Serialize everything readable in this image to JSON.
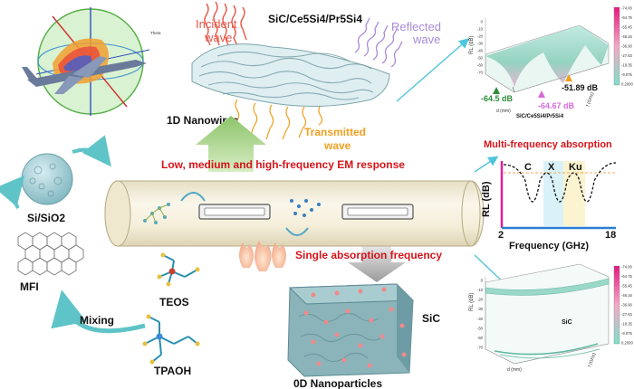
{
  "labels": {
    "incident_wave": [
      "Incident",
      "wave"
    ],
    "material": "SiC/Ce5Si4/Pr5Si4",
    "reflected_wave": [
      "Reflected",
      "wave"
    ],
    "transmitted_wave": [
      "Transmitted",
      "wave"
    ],
    "nanowires": "1D Nanowires",
    "em_response": "Low, medium and high-frequency EM response",
    "single_absorption": "Single absorption frequency",
    "si_sio2": "Si/SiO2",
    "mfi": "MFI",
    "mixing": "Mixing",
    "teos": "TEOS",
    "tpaoh": "TPAOH",
    "sic": "SiC",
    "nanoparticles": "0D Nanoparticles",
    "multi_freq": "Multi-frequency absorption",
    "radar_theta": "Theta"
  },
  "top_plot": {
    "material": "SiC/Ce5Si4/Pr5Si4",
    "ylabel": "RL (dB)",
    "xlabel_left": "d (mm)",
    "xlabel_right": "f (GHz)",
    "peaks": [
      {
        "label": "-64.5 dB",
        "color": "#2e8b3a"
      },
      {
        "label": "-64.67 dB",
        "color": "#d86ad8"
      },
      {
        "label": "-51.89 dB",
        "color": "#f0a020"
      }
    ],
    "colorbar_ticks": [
      "-74.00",
      "-64.75",
      "-55.45",
      "-46.16",
      "-36.90",
      "-27.63",
      "-18.35",
      "-9.075",
      "0.2000"
    ],
    "yaxis_ticks": [
      "0",
      "-10",
      "-20",
      "-30",
      "-40",
      "-50",
      "-60",
      "-70"
    ]
  },
  "bottom_plot": {
    "material": "SiC",
    "ylabel": "RL (dB)",
    "xlabel_left": "d (mm)",
    "xlabel_right": "f (GHz)",
    "colorbar_ticks": [
      "-74.00",
      "-64.75",
      "-55.45",
      "-46.16",
      "-36.90",
      "-27.63",
      "-18.35",
      "-9.075",
      "0.2000"
    ],
    "yaxis_ticks": [
      "0",
      "-10",
      "-20",
      "-30",
      "-40",
      "-50",
      "-60",
      "-70"
    ]
  },
  "mid_plot": {
    "title": "Multi-frequency absorption",
    "ylabel": "RL (dB)",
    "xlabel": "Frequency (GHz)",
    "x_start": "2",
    "x_end": "18",
    "bands": [
      "C",
      "X",
      "Ku"
    ]
  },
  "colors": {
    "red_text": "#d7141a",
    "wave_red": "#e8584a",
    "wave_purple": "#a98ad8",
    "wave_orange": "#f0a020",
    "tube": "#f3edd9",
    "arrow_cyan": "#4fc6dc",
    "magenta": "#e0209a",
    "blue_axis": "#2a7fd4"
  }
}
